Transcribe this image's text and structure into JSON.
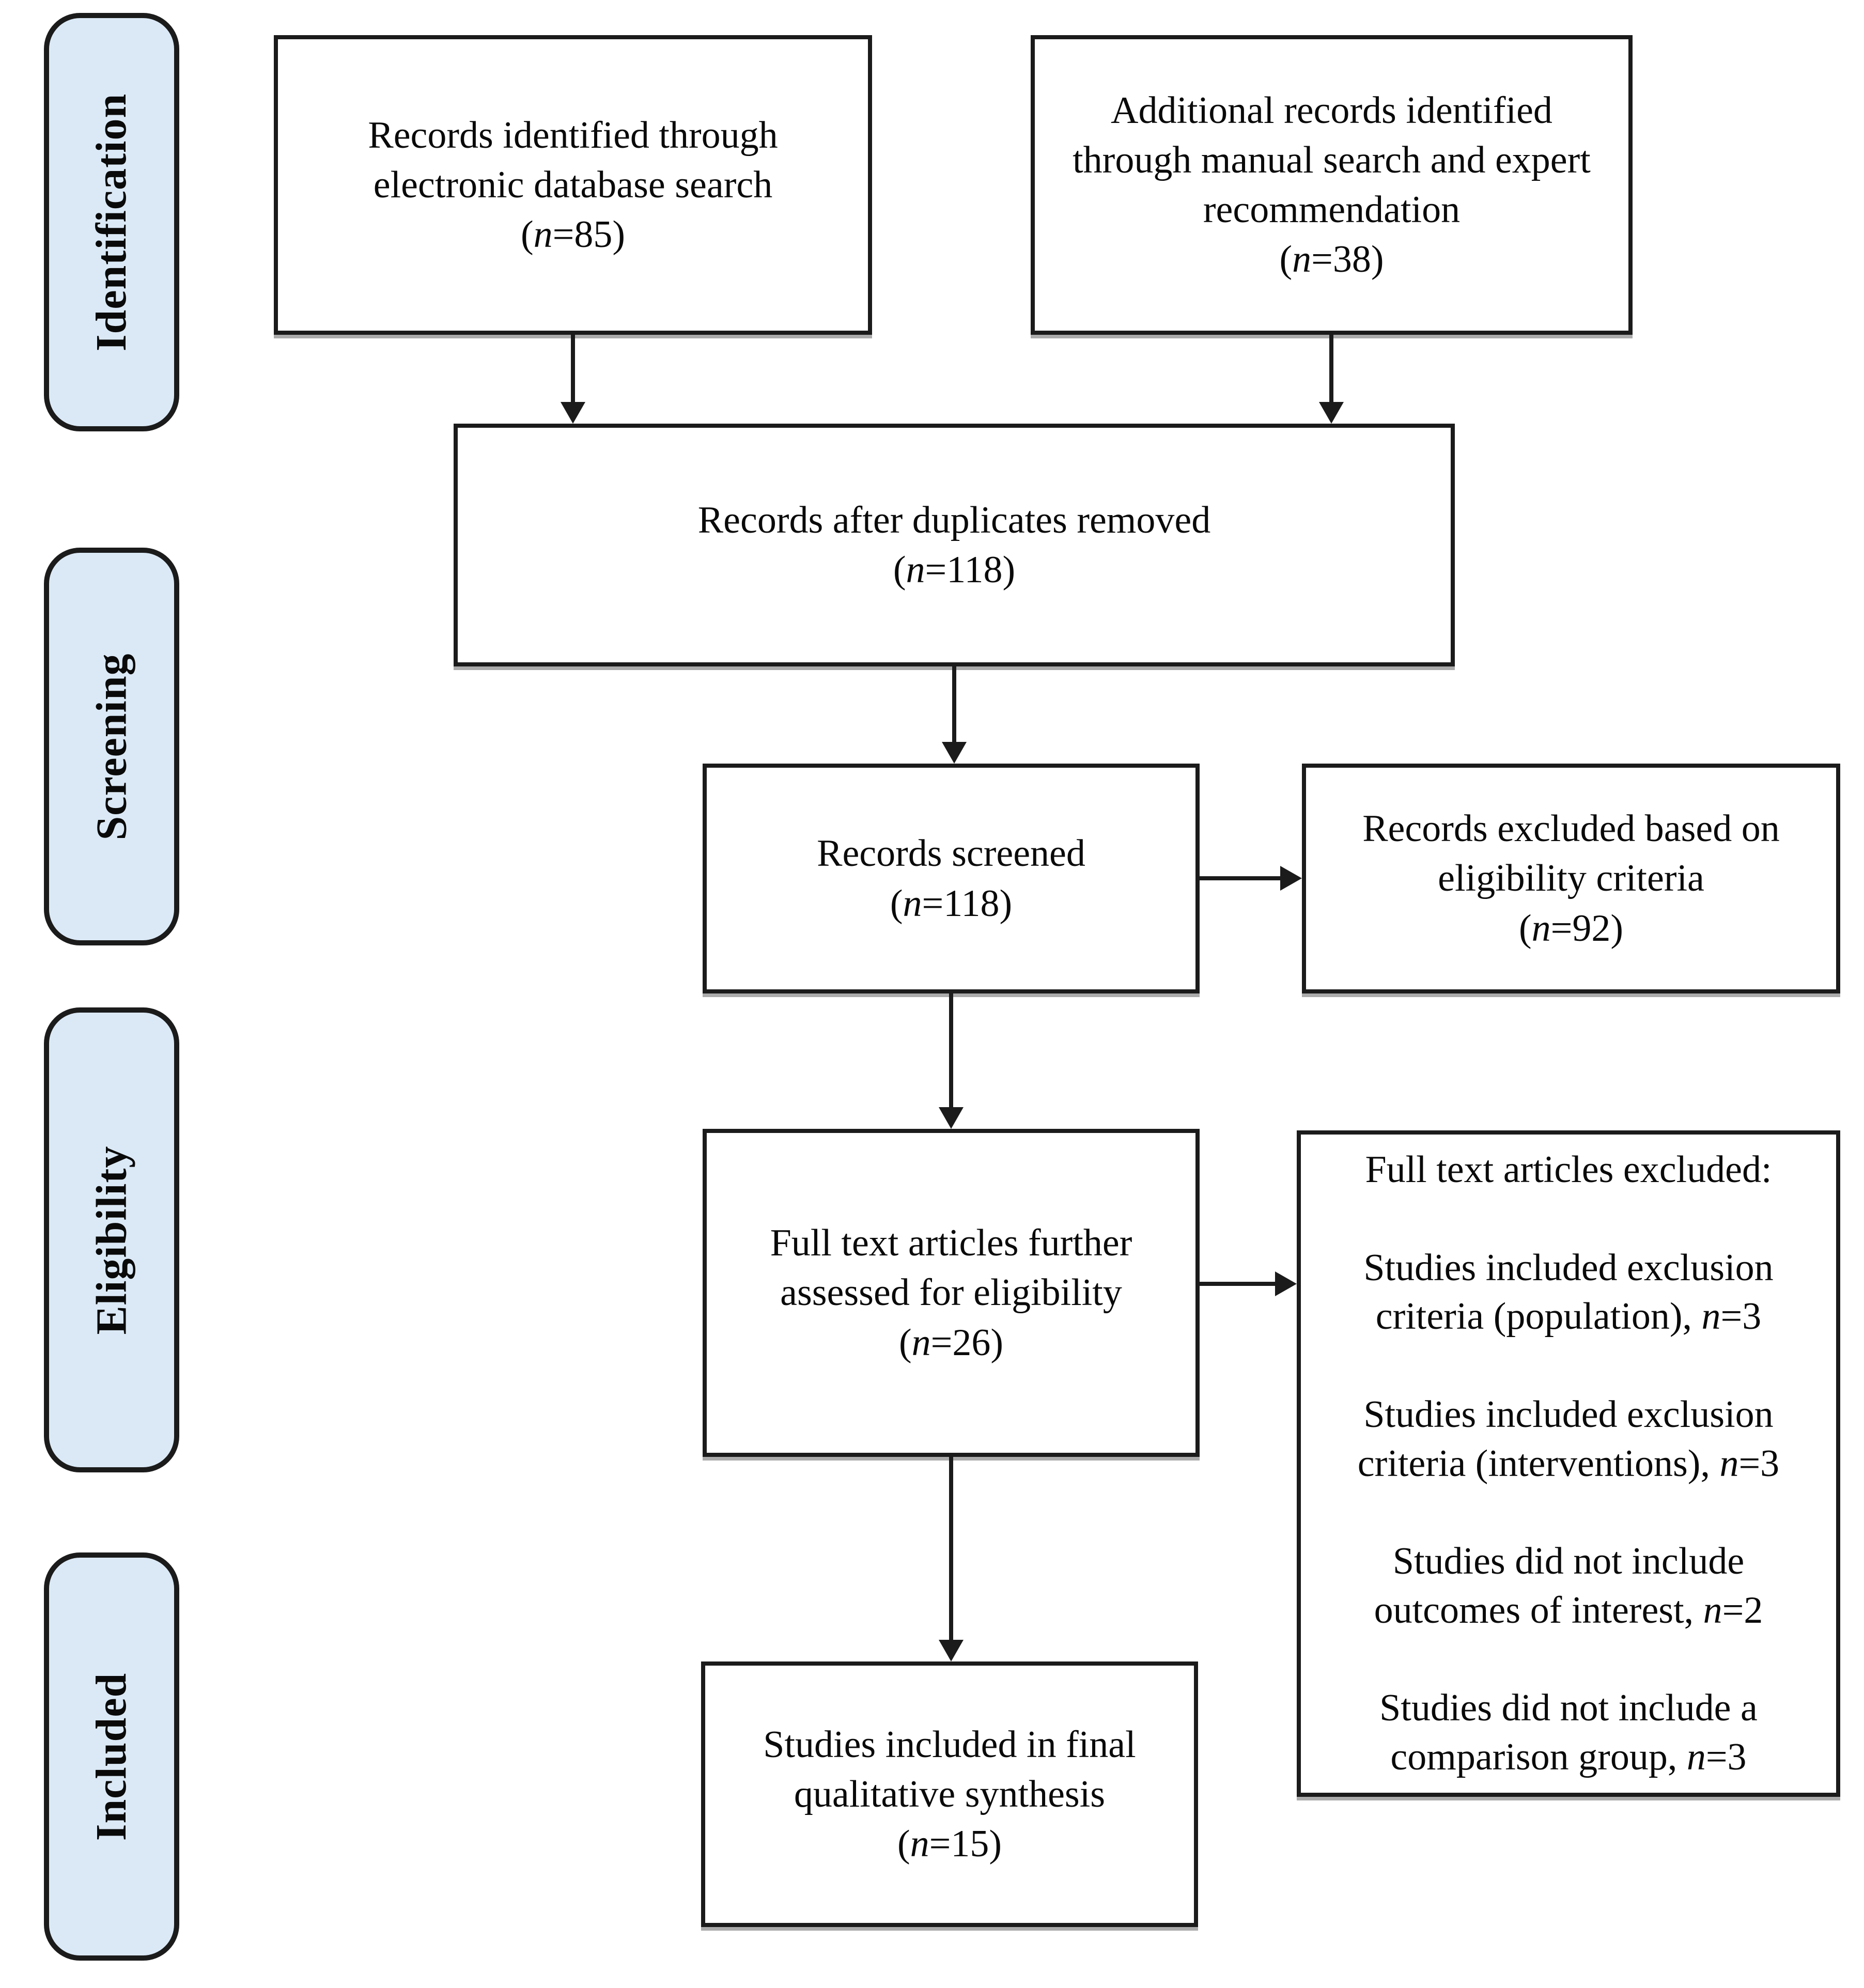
{
  "colors": {
    "stage-fill": "#dbe9f6",
    "line": "#1b1b1b",
    "box-fill": "#ffffff",
    "text": "#0a0a0a",
    "shadow": "#ababab"
  },
  "stages": [
    {
      "label": "Identification"
    },
    {
      "label": "Screening"
    },
    {
      "label": "Eligibility"
    },
    {
      "label": "Included"
    }
  ],
  "boxes": {
    "identified": {
      "lines": [
        "Records identified through",
        "electronic database search",
        "(n=85)"
      ]
    },
    "additional": {
      "lines": [
        "Additional records identified",
        "through manual search and expert",
        "recommendation",
        "(n=38)"
      ]
    },
    "deduplicated": {
      "lines": [
        "Records after duplicates removed",
        "(n=118)"
      ]
    },
    "screened": {
      "lines": [
        "Records screened",
        "(n=118)"
      ]
    },
    "excluded_screening": {
      "lines": [
        "Records excluded based on",
        "eligibility criteria",
        "(n=92)"
      ]
    },
    "fulltext_assessed": {
      "lines": [
        "Full text articles further",
        "assessed for eligibility",
        "(n=26)"
      ]
    },
    "fulltext_excluded": {
      "lines": [
        "Full text articles excluded:",
        "",
        "Studies included exclusion",
        "criteria (population), n=3",
        "",
        "Studies included exclusion",
        "criteria (interventions), n=3",
        "",
        "Studies did not include",
        "outcomes of interest, n=2",
        "",
        "Studies did not include a",
        "comparison group, n=3"
      ]
    },
    "included_final": {
      "lines": [
        "Studies included in final",
        "qualitative synthesis",
        "(n=15)"
      ]
    }
  }
}
